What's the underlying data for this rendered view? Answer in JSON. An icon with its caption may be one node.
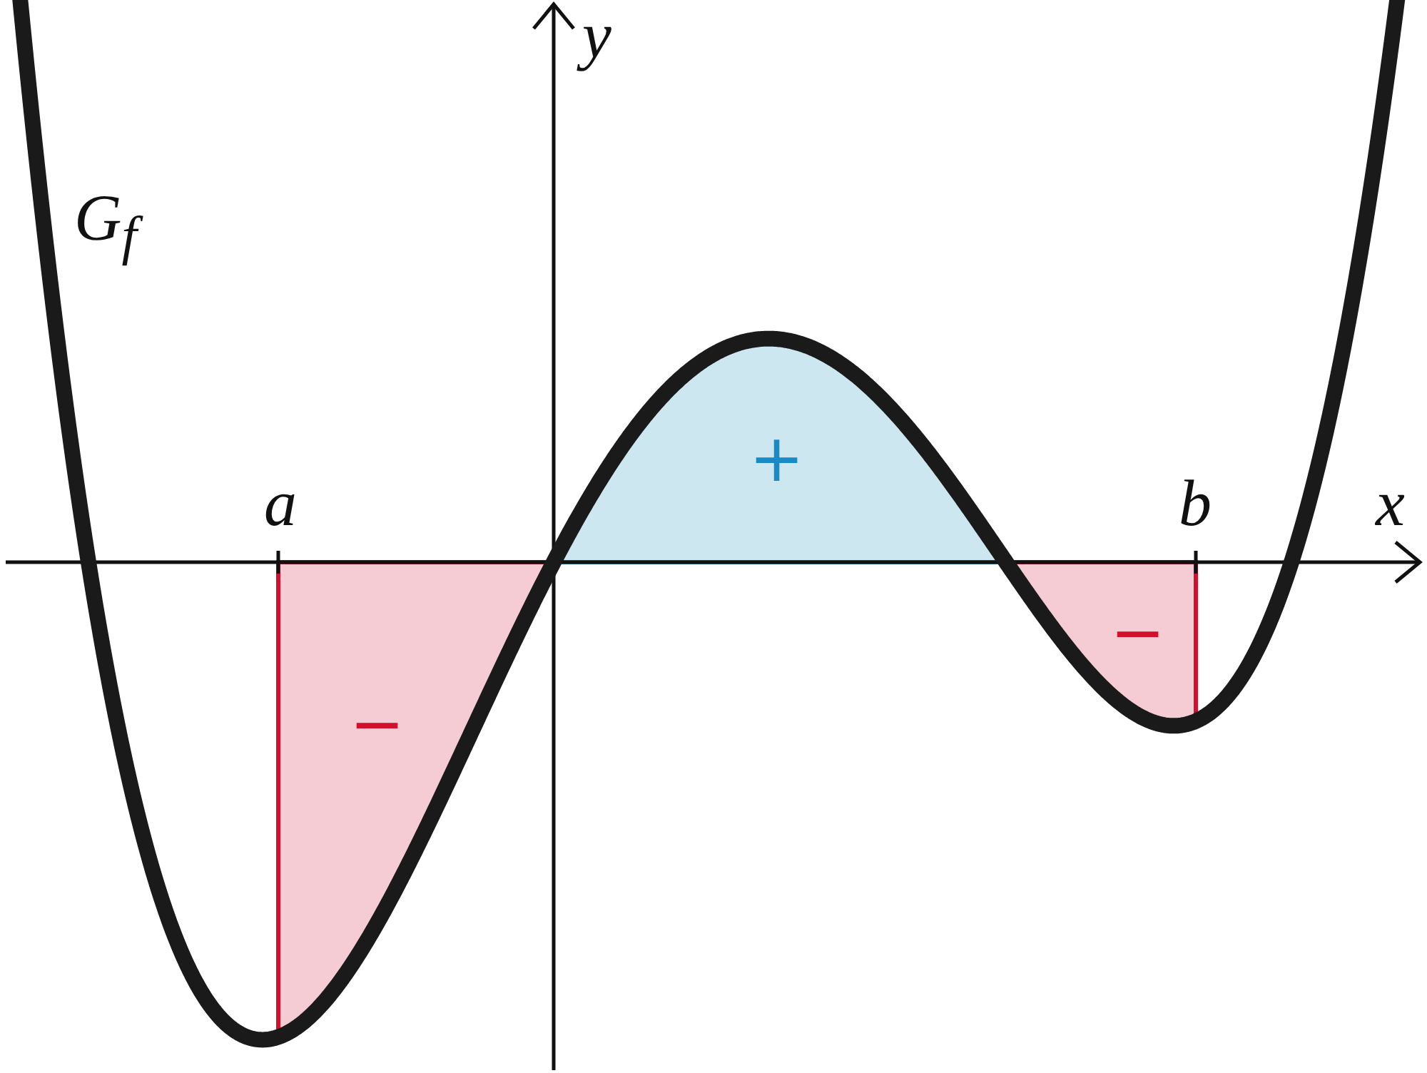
{
  "diagram": {
    "labels": [
      "y",
      "G$_{f}$",
      "+",
      "a",
      "b",
      "x",
      "−",
      "−"
    ]
  }
}
